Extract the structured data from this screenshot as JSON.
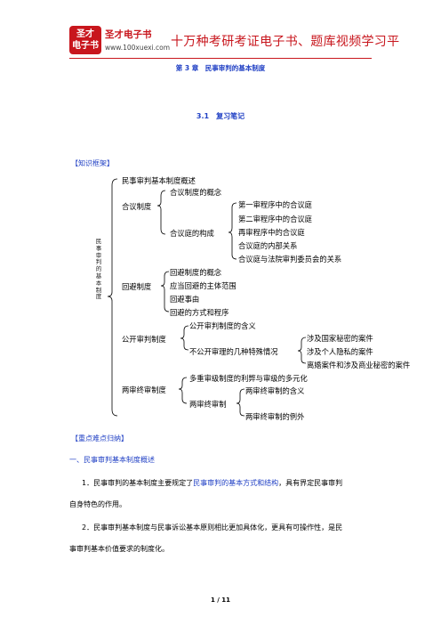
{
  "header": {
    "logo_line1": "圣才",
    "logo_line2": "电子书",
    "brand": "圣才电子书",
    "url": "www.100xuexi.com",
    "slogan": "十万种考研考证电子书、题库视频学习平"
  },
  "chapter_title": "第 3 章　民事审判的基本制度",
  "section_title": "3.1　复习笔记",
  "framework_tag": "【知识框架】",
  "outline": {
    "root": "民事审判的基本制度",
    "n1": "民事审判基本制度概述",
    "n2": "合议制度",
    "n2a": "合议制度的概念",
    "n2b": "合议庭的构成",
    "n2b1": "第一审程序中的合议庭",
    "n2b2": "第二审程序中的合议庭",
    "n2b3": "再审程序中的合议庭",
    "n2b4": "合议庭的内部关系",
    "n2b5": "合议庭与法院审判委员会的关系",
    "n3": "回避制度",
    "n3a": "回避制度的概念",
    "n3b": "应当回避的主体范围",
    "n3c": "回避事由",
    "n3d": "回避的方式和程序",
    "n4": "公开审判制度",
    "n4a": "公开审判制度的含义",
    "n4b": "不公开审理的几种特殊情况",
    "n4b1": "涉及国家秘密的案件",
    "n4b2": "涉及个人隐私的案件",
    "n4b3": "离婚案件和涉及商业秘密的案件",
    "n5": "两审终审制度",
    "n5a": "多重审级制度的利弊与审级的多元化",
    "n5b": "两审终审制",
    "n5b1": "两审终审制的含义",
    "n5b2": "两审终审制的例外"
  },
  "key_points_tag": "【重点难点归纳】",
  "heading1": "一、民事审判基本制度概述",
  "para1": {
    "pre": "1．民事审判的基本制度主要规定了",
    "highlight": "民事审判的基本方式和结构",
    "post": "，具有界定民事审判",
    "line2": "自身特色的作用。"
  },
  "para2": {
    "line1": "2．民事审判基本制度与民事诉讼基本原则相比更加具体化，更具有可操作性，是民",
    "line2": "事审判基本价值要求的制度化。"
  },
  "page_number": "1 / 11",
  "colors": {
    "brand_red": "#c8161d",
    "heading_blue": "#1f3fc4"
  }
}
